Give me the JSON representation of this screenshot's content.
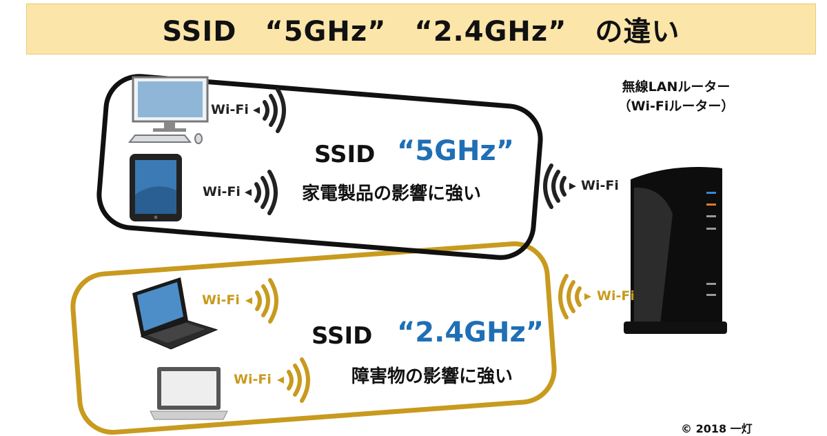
{
  "title": "SSID　“5GHz”　“2.4GHz”　の違い",
  "router": {
    "label_line1": "無線LANルーター",
    "label_line2": "（Wi-Fiルーター）",
    "wifi_top": "Wi-Fi",
    "wifi_bottom": "Wi-Fi"
  },
  "group_5ghz": {
    "ssid_label": "SSID",
    "ssid_value": "“5GHz”",
    "feature": "家電製品の影響に強い",
    "desktop_wifi": "Wi-Fi",
    "tablet_wifi": "Wi-Fi"
  },
  "group_24ghz": {
    "ssid_label": "SSID",
    "ssid_value": "“2.4GHz”",
    "feature": "障害物の影響に強い",
    "laptop1_wifi": "Wi-Fi",
    "laptop2_wifi": "Wi-Fi"
  },
  "copyright": "© 2018 一灯",
  "colors": {
    "title_bg": "#fbe5a8",
    "group_5ghz_border": "#111111",
    "group_24ghz_border": "#c89a1e",
    "ssid_value": "#1f6fb5"
  }
}
